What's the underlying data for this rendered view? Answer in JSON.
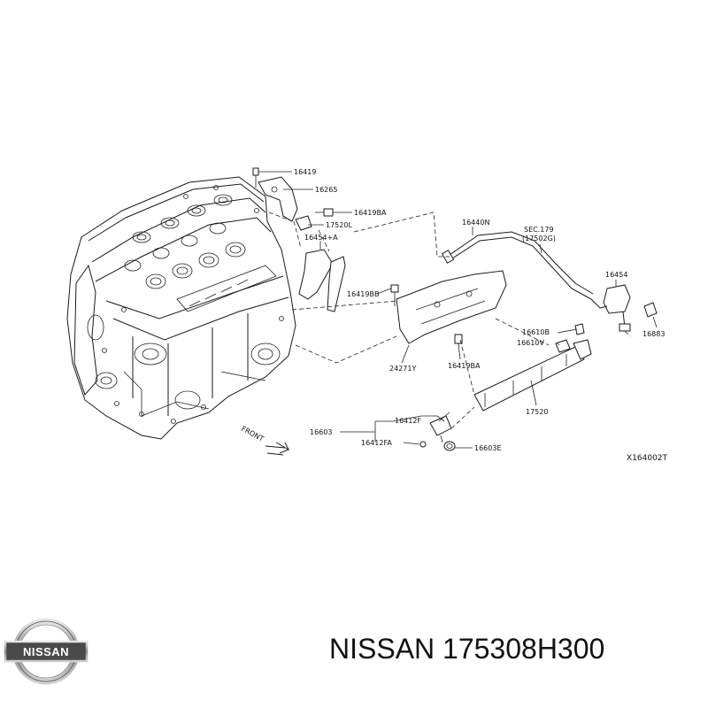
{
  "diagram": {
    "labels": {
      "p16419_top": "16419",
      "p16265": "16265",
      "p16419BA_top": "16419BA",
      "p17520L": "17520L",
      "p16454A": "16454+A",
      "p16440N": "16440N",
      "sec179_line1": "SEC.179",
      "sec179_line2": "(17502G)",
      "p16454": "16454",
      "p16419BB": "16419BB",
      "p16610B": "16610B",
      "p16610V": "16610V",
      "p16883": "16883",
      "p24271Y": "24271Y",
      "p16419BA_bottom": "16419BA",
      "p17520": "17520",
      "p16412F": "16412F",
      "p16603": "16603",
      "p16412FA": "16412FA",
      "p16603E": "16603E"
    },
    "front_label": "FRONT",
    "drawing_code": "X164002T"
  },
  "brand": {
    "logo_text": "NISSAN",
    "caption": "NISSAN 175308H300"
  }
}
